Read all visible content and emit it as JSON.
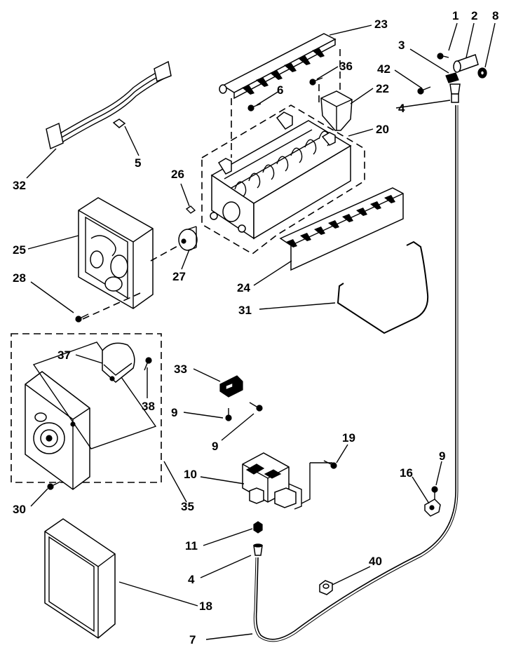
{
  "diagram": {
    "labels": {
      "p1": "1",
      "p2": "2",
      "p8": "8",
      "p3": "3",
      "p42": "42",
      "p4a": "4",
      "p23": "23",
      "p36": "36",
      "p6": "6",
      "p22": "22",
      "p20": "20",
      "p32": "32",
      "p5": "5",
      "p26": "26",
      "p25": "25",
      "p27": "27",
      "p28": "28",
      "p24": "24",
      "p31": "31",
      "p37": "37",
      "p38": "38",
      "p33": "33",
      "p9a": "9",
      "p9b": "9",
      "p19": "19",
      "p10": "10",
      "p16": "16",
      "p9c": "9",
      "p30": "30",
      "p35": "35",
      "p11": "11",
      "p4b": "4",
      "p40": "40",
      "p18": "18",
      "p7": "7"
    }
  }
}
